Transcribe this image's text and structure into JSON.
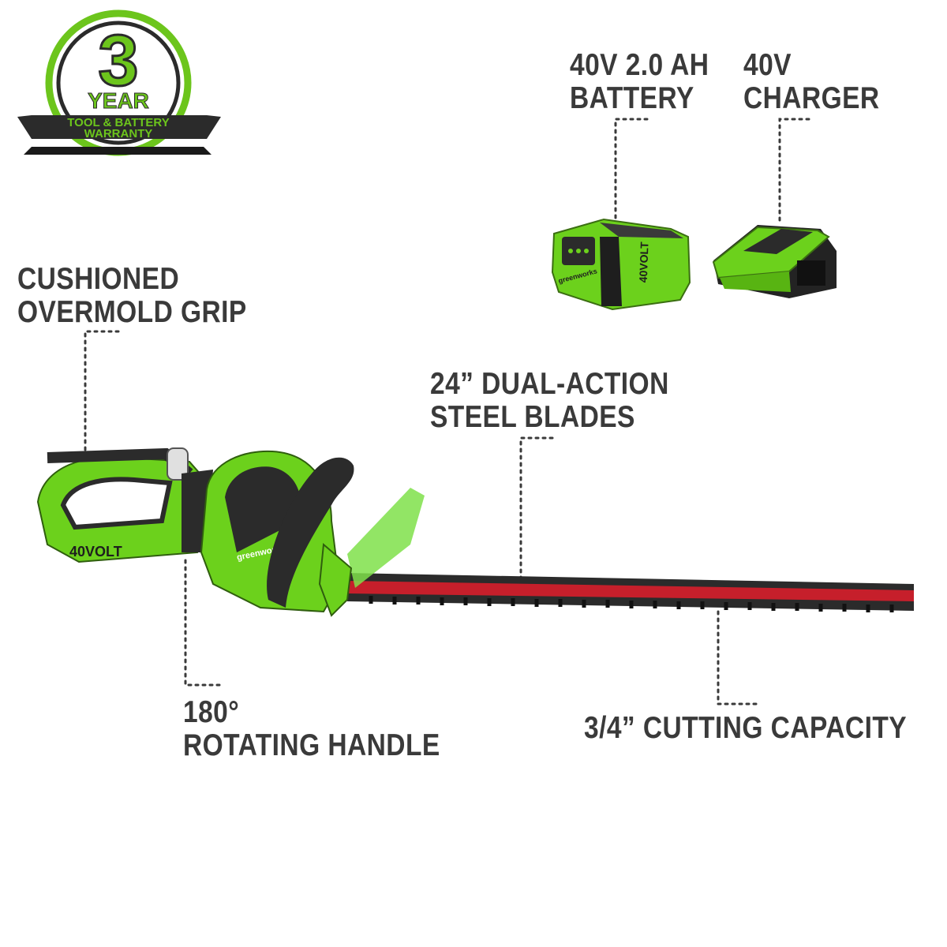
{
  "badge": {
    "number": "3",
    "year": "YEAR",
    "line1": "TOOL & BATTERY",
    "line2": "WARRANTY"
  },
  "callouts": {
    "battery": {
      "line1": "40V 2.0 AH",
      "line2": "BATTERY"
    },
    "charger": {
      "line1": "40V",
      "line2": "CHARGER"
    },
    "grip": {
      "line1": "CUSHIONED",
      "line2": "OVERMOLD GRIP"
    },
    "blades": {
      "line1": "24” DUAL-ACTION",
      "line2": "STEEL BLADES"
    },
    "handle": {
      "line1": "180°",
      "line2": "ROTATING HANDLE"
    },
    "capacity": {
      "line1": "3/4” CUTTING CAPACITY"
    }
  },
  "product_text": {
    "tool_badge": "40VOLT",
    "tool_brand": "greenworks",
    "battery_brand": "greenworks",
    "battery_badge": "40VOLT"
  },
  "colors": {
    "brand_green": "#6cd11c",
    "dark_gray": "#2b2b2b",
    "label_gray": "#3a3a3a",
    "blade_red": "#c61f2b"
  }
}
